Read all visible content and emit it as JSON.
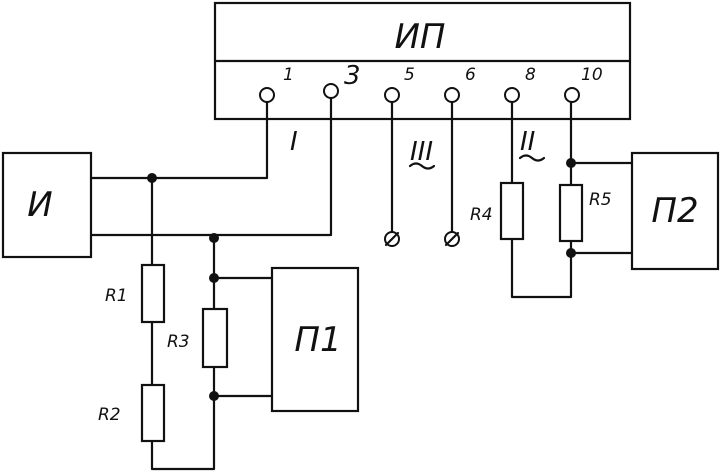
{
  "blocks": {
    "ip": "ИП",
    "i": "И",
    "p1": "П1",
    "p2": "П2"
  },
  "terminals": [
    "1",
    "3",
    "5",
    "6",
    "8",
    "10"
  ],
  "channels": [
    "I",
    "III",
    "II"
  ],
  "resistors": [
    "R1",
    "R2",
    "R3",
    "R4",
    "R5"
  ]
}
